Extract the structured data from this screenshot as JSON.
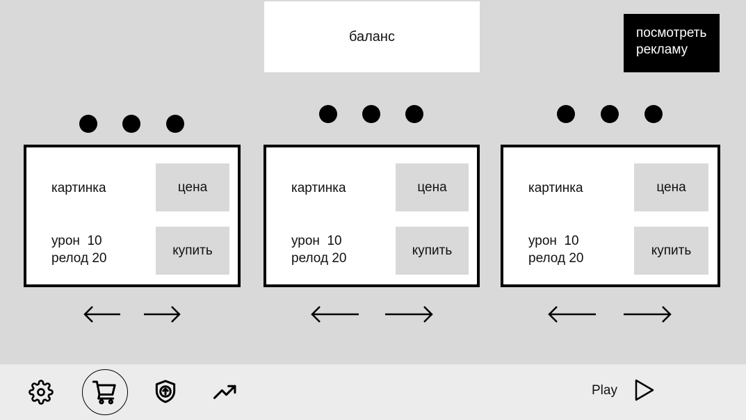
{
  "balance_label": "баланс",
  "ad_button": {
    "line1": "посмотреть",
    "line2": "рекламу"
  },
  "cards": [
    {
      "picture": "картинка",
      "price": "цена",
      "damage": "урон  10",
      "reload": "релод 20",
      "buy": "купить"
    },
    {
      "picture": "картинка",
      "price": "цена",
      "damage": "урон  10",
      "reload": "релод 20",
      "buy": "купить"
    },
    {
      "picture": "картинка",
      "price": "цена",
      "damage": "урон  10",
      "reload": "релод 20",
      "buy": "купить"
    }
  ],
  "footer": {
    "icons": [
      "gear-icon",
      "cart-icon",
      "shield-upgrade-icon",
      "trending-up-icon"
    ],
    "active_icon": "cart-icon",
    "play_label": "Play"
  }
}
